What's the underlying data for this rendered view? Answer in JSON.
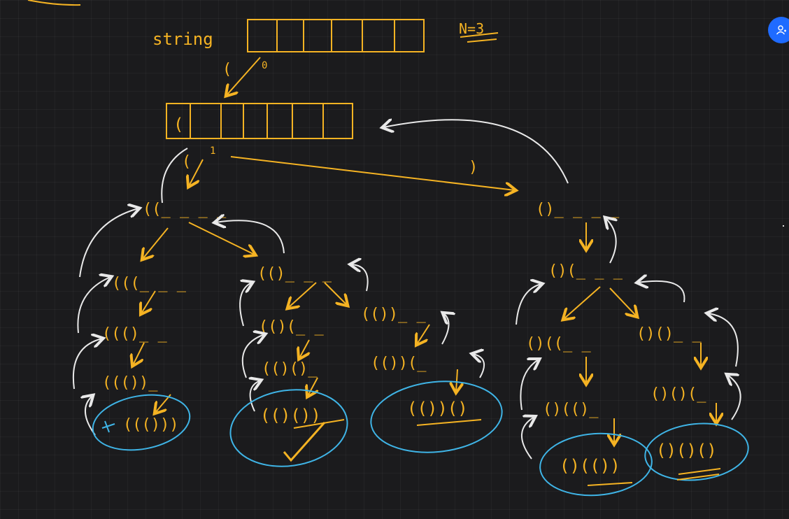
{
  "labels": {
    "string_word": "string",
    "n_equals": "N=3",
    "index_0": "0",
    "index_1": "1",
    "first_char": "(",
    "open_choice": "(",
    "close_choice": ")"
  },
  "nodes": {
    "root_partial": "((_ _ _ _",
    "close_branch": "()_ _ _ _",
    "l2_left": "(((_ _ _",
    "l2_mid": "(()_ _ _",
    "r_l2": "()(_ _ _",
    "l3_a": "((()_ _",
    "l3_b": "(()(_ _",
    "l3_c": "(())_ _",
    "r_l3_a": "()((_ _",
    "r_l3_b": "()()_ _",
    "l4_a": "((())_",
    "l4_b": "(()()_",
    "l4_c": "(())(_",
    "r_l4_a": "()(()_",
    "r_l4_b": "()()(_",
    "ans1": "((()))",
    "ans2": "(()())",
    "ans3": "(())()",
    "ans4": "()(())",
    "ans5": "()()()"
  },
  "colors": {
    "ink": "#f5b323",
    "arrow_white": "#e9e9e9",
    "circle": "#3fb4e6",
    "avatar": "#1f6bff"
  },
  "icons": {
    "share": "add-user-icon"
  }
}
